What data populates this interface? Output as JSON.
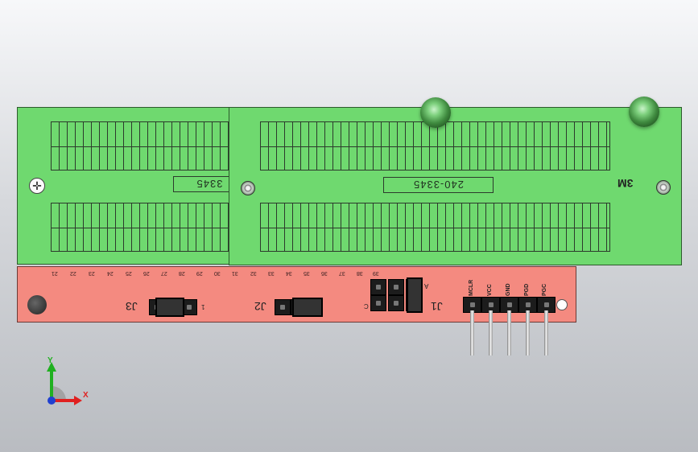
{
  "zif_left": {
    "part_label": "3345"
  },
  "zif_right": {
    "part_label": "240-3345",
    "brand": "3M"
  },
  "pin_numbers": [
    "21",
    "22",
    "23",
    "24",
    "25",
    "26",
    "27",
    "28",
    "29",
    "30",
    "31",
    "32",
    "33",
    "34",
    "35",
    "36",
    "37",
    "38",
    "39"
  ],
  "connectors": {
    "j3": {
      "ref": "J3",
      "pin1_mark": "1"
    },
    "j2": {
      "ref": "J2"
    },
    "j1": {
      "ref": "J1",
      "left_mark": "C",
      "right_mark": "A"
    }
  },
  "programming_header": {
    "pins": [
      "MCLR",
      "VCC",
      "GND",
      "PGD",
      "PGC"
    ]
  },
  "triad": {
    "x_label": "X",
    "y_label": "Y",
    "x_color": "#e02020",
    "y_color": "#20b020",
    "z_color": "#2040d0"
  }
}
